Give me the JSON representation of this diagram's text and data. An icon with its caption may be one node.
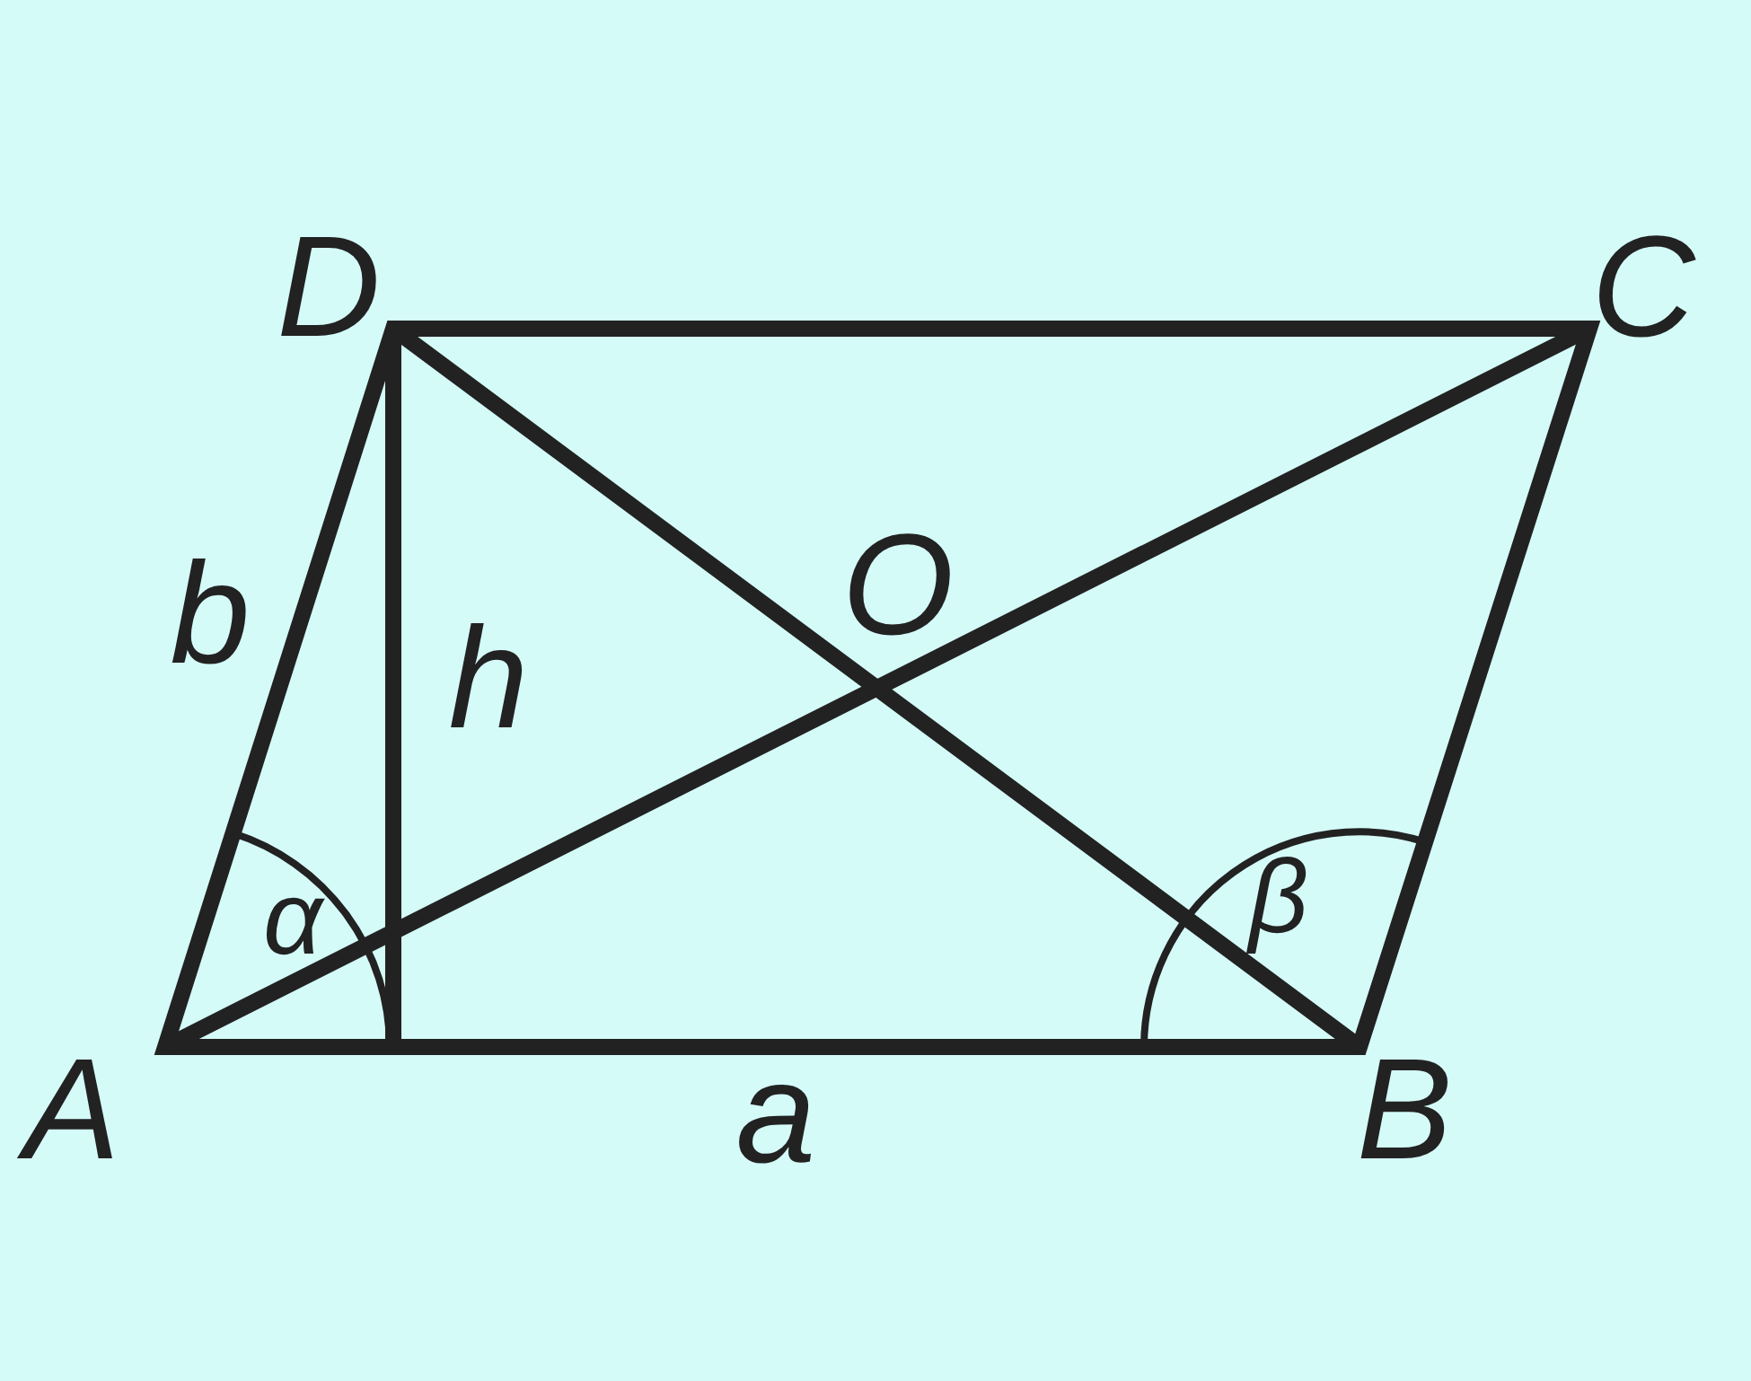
{
  "diagram": {
    "labels": [
      "D",
      "C",
      "b",
      "O",
      "h",
      "α",
      "β",
      "A",
      "a",
      "B"
    ]
  }
}
